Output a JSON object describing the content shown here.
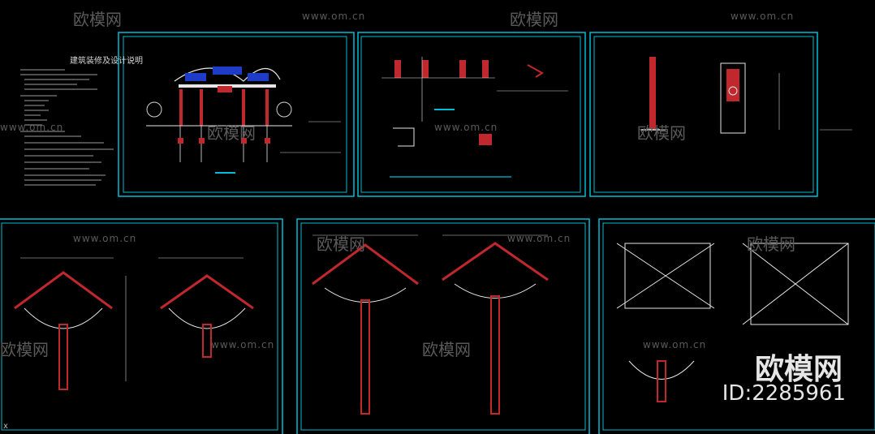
{
  "sheet1": {
    "title": "建筑装修及设计说明"
  },
  "watermarks": {
    "brand": "欧模网",
    "url": "www.om.cn",
    "id": "ID:2285961"
  },
  "corner": "x",
  "colors": {
    "frame": "#00bcd4",
    "line": "#e6e6e6",
    "accent_red": "#c0282d",
    "accent_blue": "#1e3cc8",
    "dim": "#00a0c8"
  }
}
